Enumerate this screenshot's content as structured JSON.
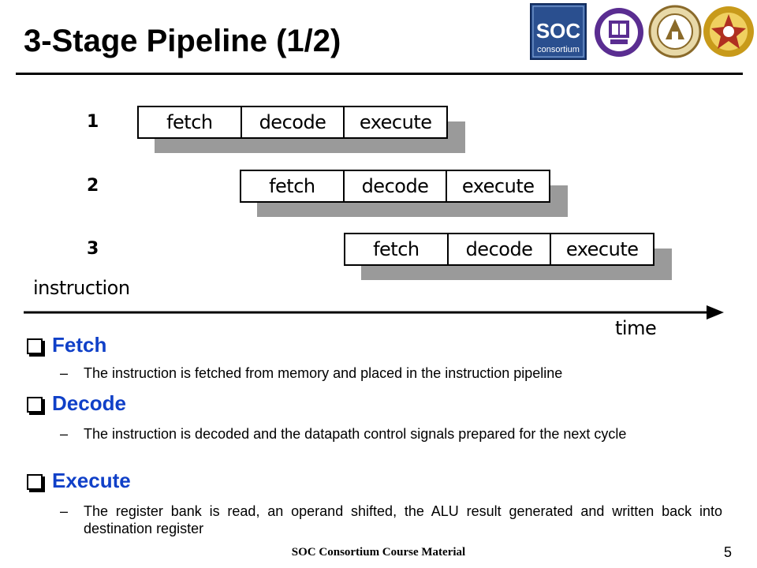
{
  "slide": {
    "title": "3-Stage Pipeline (1/2)",
    "footer": "SOC Consortium Course Material",
    "page_number": "5"
  },
  "logos": {
    "soc_line1": "SOC",
    "soc_line2": "consortium",
    "colors": {
      "soc_bg": "#2a4f8f",
      "university2": "#5a2d91",
      "university3": "#8a6a2a",
      "university4": "#c89a1a"
    }
  },
  "diagram": {
    "rows": [
      {
        "number": "1",
        "stages": [
          "fetch",
          "decode",
          "execute"
        ]
      },
      {
        "number": "2",
        "stages": [
          "fetch",
          "decode",
          "execute"
        ]
      },
      {
        "number": "3",
        "stages": [
          "fetch",
          "decode",
          "execute"
        ]
      }
    ],
    "y_axis_label": "instruction",
    "x_axis_label": "time"
  },
  "bullets": [
    {
      "heading": "Fetch",
      "lines": [
        "The instruction is fetched from memory and placed in the instruction pipeline"
      ]
    },
    {
      "heading": "Decode",
      "lines": [
        "The instruction is decoded and the datapath control signals prepared for the next cycle"
      ]
    },
    {
      "heading": "Execute",
      "lines": [
        "The register bank is read, an operand shifted, the ALU result generated and written back into destination register"
      ]
    }
  ],
  "dash_glyph": "–"
}
